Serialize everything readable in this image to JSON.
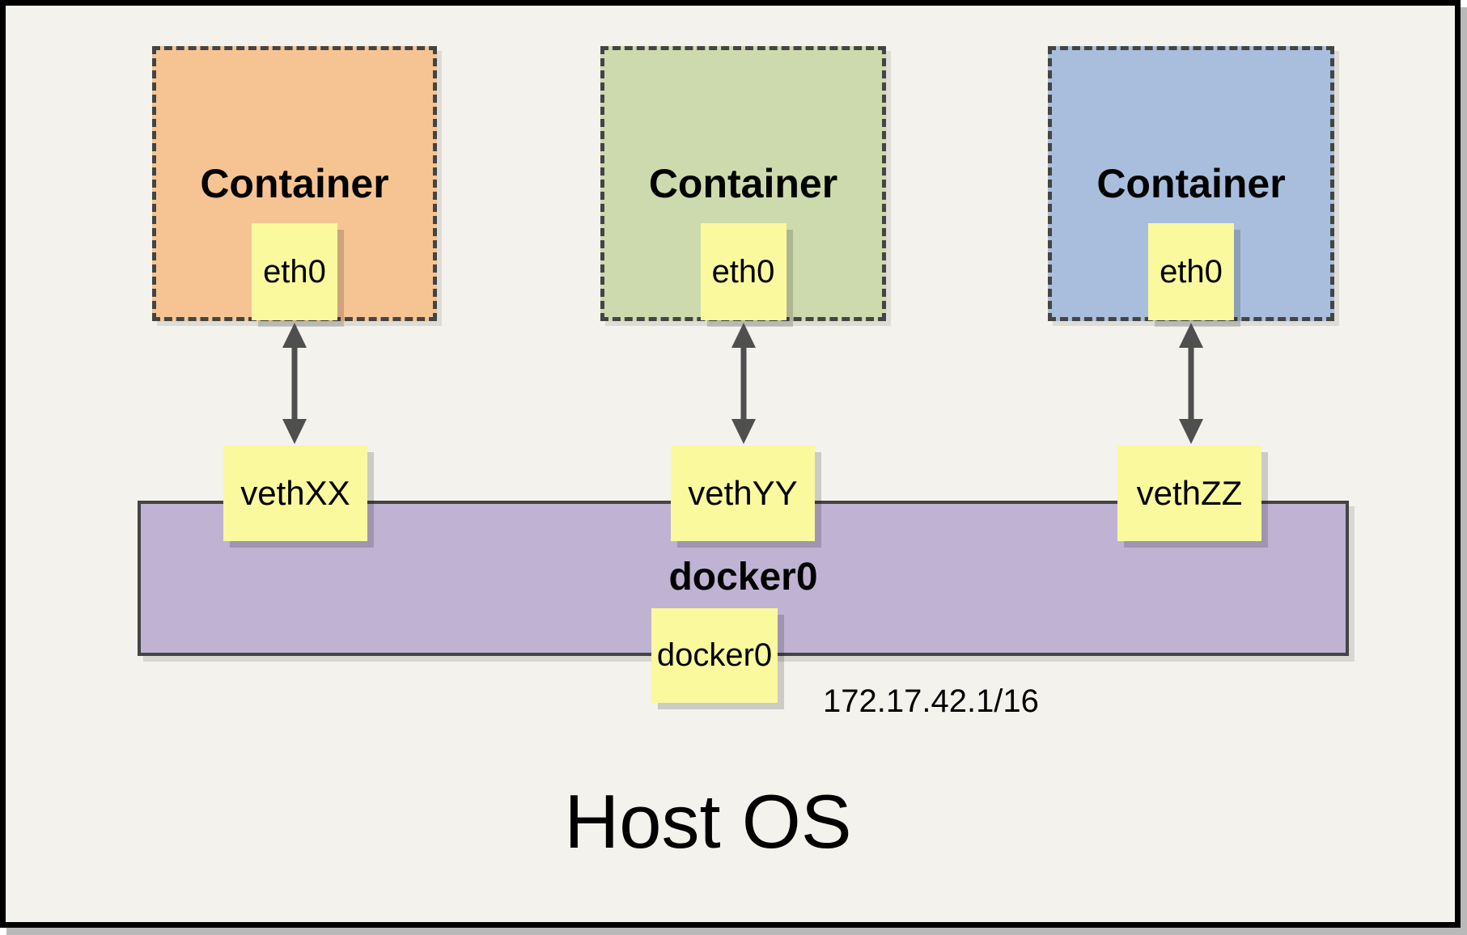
{
  "host": {
    "label": "Host OS"
  },
  "containers": [
    {
      "title": "Container",
      "interface": "eth0",
      "veth": "vethXX",
      "color": "#F6C493"
    },
    {
      "title": "Container",
      "interface": "eth0",
      "veth": "vethYY",
      "color": "#CDDAAD"
    },
    {
      "title": "Container",
      "interface": "eth0",
      "veth": "vethZZ",
      "color": "#A9BEDC"
    }
  ],
  "bridge": {
    "name": "docker0",
    "interface": "docker0",
    "ip": "172.17.42.1/16",
    "color": "#BFB2D2"
  },
  "colors": {
    "canvas_background": "#F4F2EC",
    "note_yellow": "#FAF99E",
    "dashed_border": "#444444",
    "arrow": "#4F4F4F",
    "frame_border": "#000000"
  }
}
